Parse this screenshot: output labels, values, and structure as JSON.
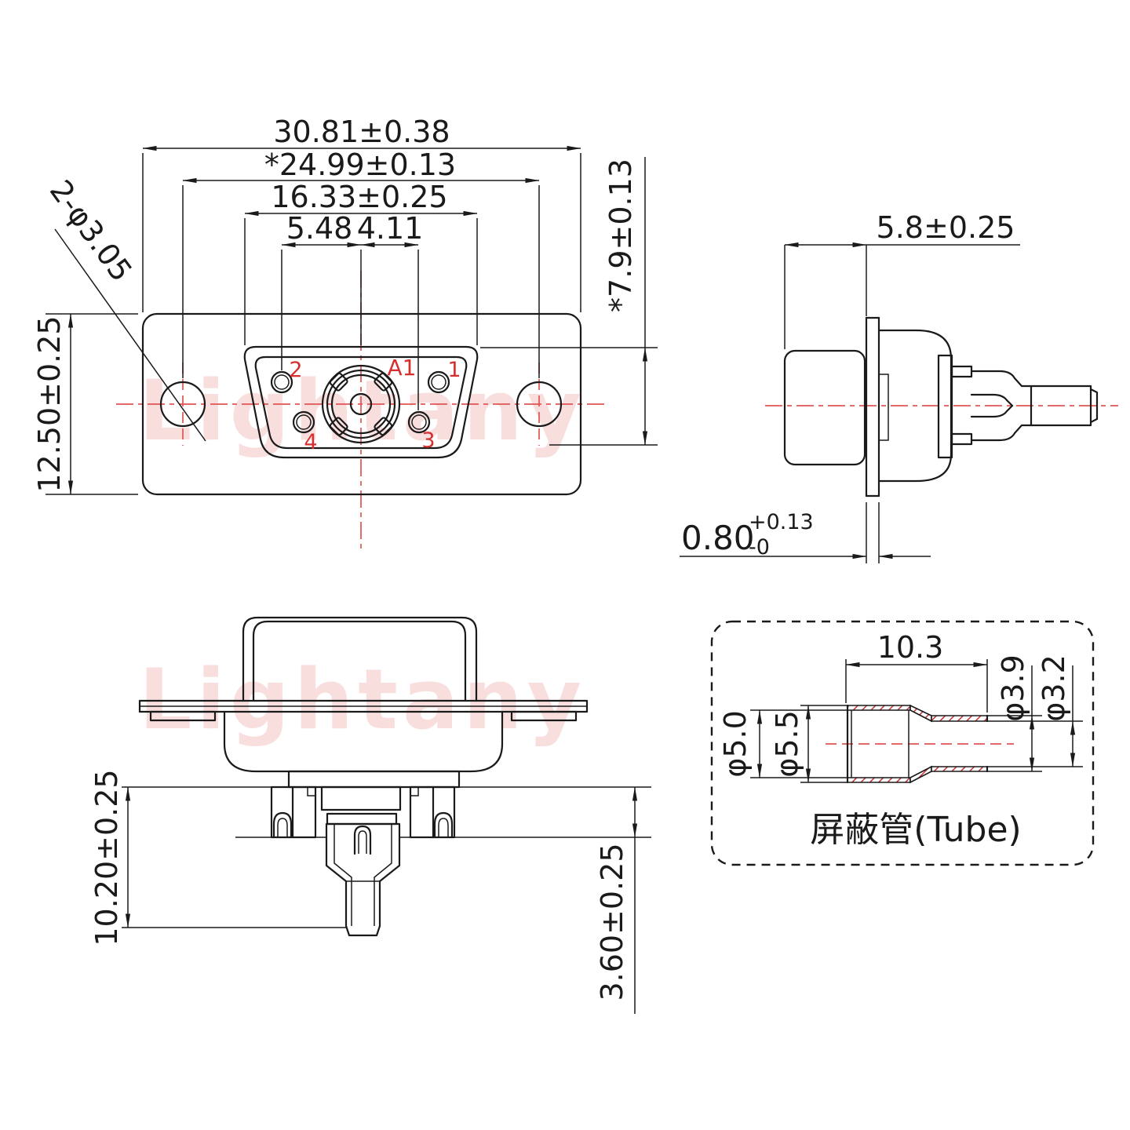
{
  "watermark": {
    "text": "Lightany"
  },
  "front_view": {
    "dims": {
      "overall_width": "30.81±0.38",
      "hole_pitch": "*24.99±0.13",
      "insert_width": "16.33±0.25",
      "pin_offset_left": "5.48",
      "pin_offset_right": "4.11",
      "flange_height": "12.50±0.25",
      "insert_height": "*7.9±0.13",
      "mounting_holes": "2-φ3.05"
    },
    "labels": {
      "coax": "A1",
      "pin1": "1",
      "pin2": "2",
      "pin3": "3",
      "pin4": "4"
    }
  },
  "side_view": {
    "dims": {
      "shell_depth": "5.8±0.25",
      "flange_thickness": "0.80",
      "flange_thickness_tol_plus": "+0.13",
      "flange_thickness_tol_minus": "-0"
    }
  },
  "rear_view": {
    "dims": {
      "mount_depth": "10.20±0.25",
      "tail_length": "3.60±0.25"
    }
  },
  "tube_view": {
    "label": "屏蔽管(Tube)",
    "dims": {
      "length": "10.3",
      "tip_od": "φ3.9",
      "tip_id": "φ3.2",
      "body_id": "φ5.0",
      "body_od": "φ5.5"
    }
  },
  "colors": {
    "line": "#1a1a1a",
    "accent_red": "#d62f2f",
    "centerline_red": "#e05555",
    "hatch_red": "#c93030",
    "watermark_pink": "#f5c4c4"
  }
}
